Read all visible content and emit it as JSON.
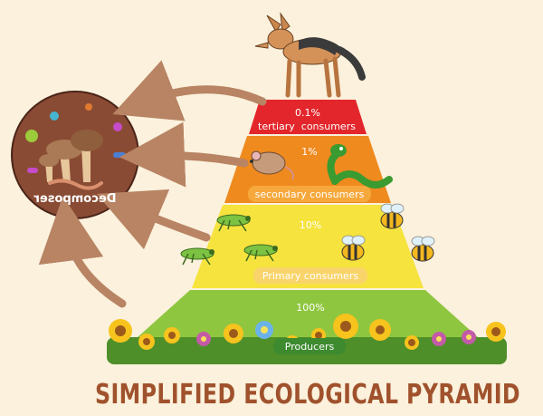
{
  "title": "SIMPLIFIED ECOLOGICAL PYRAMID",
  "decomposer": {
    "label": "Decomposer",
    "label_mirrored": true
  },
  "levels": [
    {
      "percent": "0.1%",
      "label": "tertiary  consumers",
      "color": "#e3262b"
    },
    {
      "percent": "1%",
      "label": "secondary consumers",
      "color": "#ef8a1f"
    },
    {
      "percent": "10%",
      "label": "Primary consumers",
      "color": "#f6e33e"
    },
    {
      "percent": "100%",
      "label": "Producers",
      "color": "#8fc63f"
    }
  ],
  "colors": {
    "background": "#fbf1dc",
    "arrow": "#b88464",
    "title": "#a0522d",
    "decomposer_bg": "#8a4b34"
  }
}
